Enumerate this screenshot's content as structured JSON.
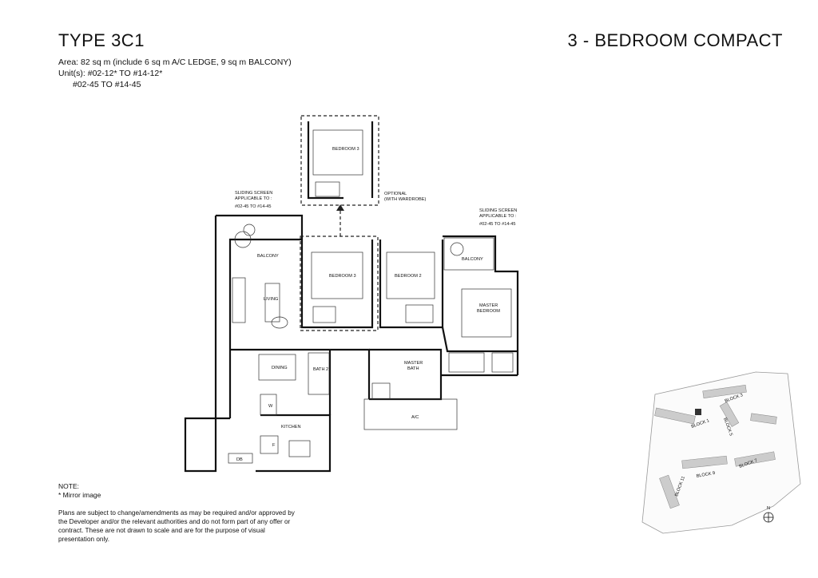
{
  "header": {
    "type_title": "TYPE 3C1",
    "category": "3 - BEDROOM COMPACT",
    "area": "Area: 82 sq m (include 6 sq m A/C LEDGE, 9 sq m BALCONY)",
    "units_line1": "Unit(s): #02-12* TO #14-12*",
    "units_line2": "#02-45 TO #14-45"
  },
  "plan": {
    "rooms": {
      "bedroom3_optional": "BEDROOM 3",
      "bedroom3": "BEDROOM 3",
      "bedroom2": "BEDROOM 2",
      "master_bedroom_1": "MASTER",
      "master_bedroom_2": "BEDROOM",
      "balcony_left": "BALCONY",
      "balcony_right": "BALCONY",
      "living": "LIVING",
      "dining": "DINING",
      "bath2": "BATH 2",
      "master_bath_1": "MASTER",
      "master_bath_2": "BATH",
      "kitchen": "KITCHEN",
      "ac": "A/C",
      "washer": "W",
      "fridge": "F",
      "db": "DB"
    },
    "annotations": {
      "optional_1": "OPTIONAL",
      "optional_2": "(WITH WARDROBE)",
      "screen_left_1": "SLIDING SCREEN",
      "screen_left_2": "APPLICABLE TO :",
      "screen_left_3": "#02-45 TO #14-45",
      "screen_right_1": "SLIDING SCREEN",
      "screen_right_2": "APPLICABLE TO :",
      "screen_right_3": "#02-45 TO #14-45"
    }
  },
  "site_plan": {
    "blocks": [
      "BLOCK 1",
      "BLOCK 3",
      "BLOCK 5",
      "BLOCK 7",
      "BLOCK 9",
      "BLOCK 11"
    ],
    "north": "N"
  },
  "notes": {
    "heading": "NOTE:",
    "mirror": "* Mirror image",
    "disclaimer": "Plans are subject to change/amendments as may be required and/or approved by the Developer and/or the relevant authorities and do not form part of any offer or contract. These are not drawn to scale and are for the purpose of visual presentation only."
  }
}
